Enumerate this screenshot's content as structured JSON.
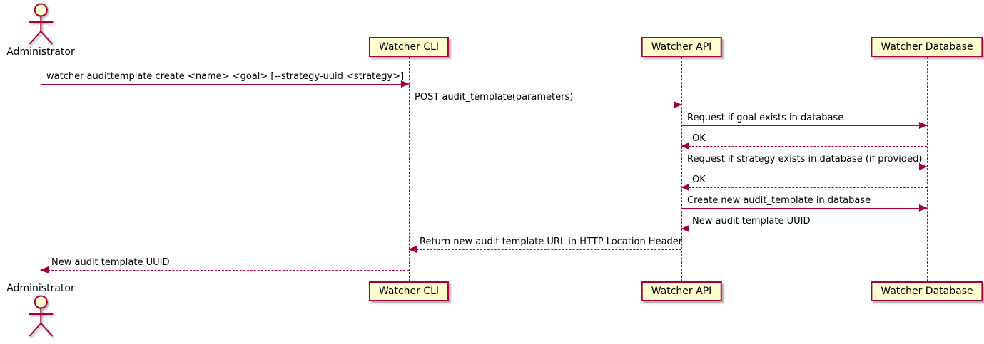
{
  "diagram": {
    "type": "sequence-diagram",
    "colors": {
      "participant_fill": "#FEFECE",
      "participant_border": "#A80036",
      "line": "#A80036",
      "text": "#000000"
    },
    "participants": [
      {
        "name": "Administrator",
        "kind": "actor"
      },
      {
        "name": "Watcher CLI",
        "kind": "participant"
      },
      {
        "name": "Watcher API",
        "kind": "participant"
      },
      {
        "name": "Watcher Database",
        "kind": "participant"
      }
    ],
    "messages": [
      {
        "from": "Administrator",
        "to": "Watcher CLI",
        "text": "watcher audittemplate create <name> <goal> [--strategy-uuid <strategy>]",
        "line": "solid"
      },
      {
        "from": "Watcher CLI",
        "to": "Watcher API",
        "text": "POST audit_template(parameters)",
        "line": "solid"
      },
      {
        "from": "Watcher API",
        "to": "Watcher Database",
        "text": "Request if goal exists in database",
        "line": "solid"
      },
      {
        "from": "Watcher Database",
        "to": "Watcher API",
        "text": "OK",
        "line": "dashed"
      },
      {
        "from": "Watcher API",
        "to": "Watcher Database",
        "text": "Request if strategy exists in database (if provided)",
        "line": "solid"
      },
      {
        "from": "Watcher Database",
        "to": "Watcher API",
        "text": "OK",
        "line": "dashed"
      },
      {
        "from": "Watcher API",
        "to": "Watcher Database",
        "text": "Create new audit_template in database",
        "line": "solid"
      },
      {
        "from": "Watcher Database",
        "to": "Watcher API",
        "text": "New audit template UUID",
        "line": "dashed"
      },
      {
        "from": "Watcher API",
        "to": "Watcher CLI",
        "text": "Return new audit template URL in HTTP Location Header",
        "line": "dashed"
      },
      {
        "from": "Watcher CLI",
        "to": "Administrator",
        "text": "New audit template UUID",
        "line": "dashed"
      }
    ]
  }
}
